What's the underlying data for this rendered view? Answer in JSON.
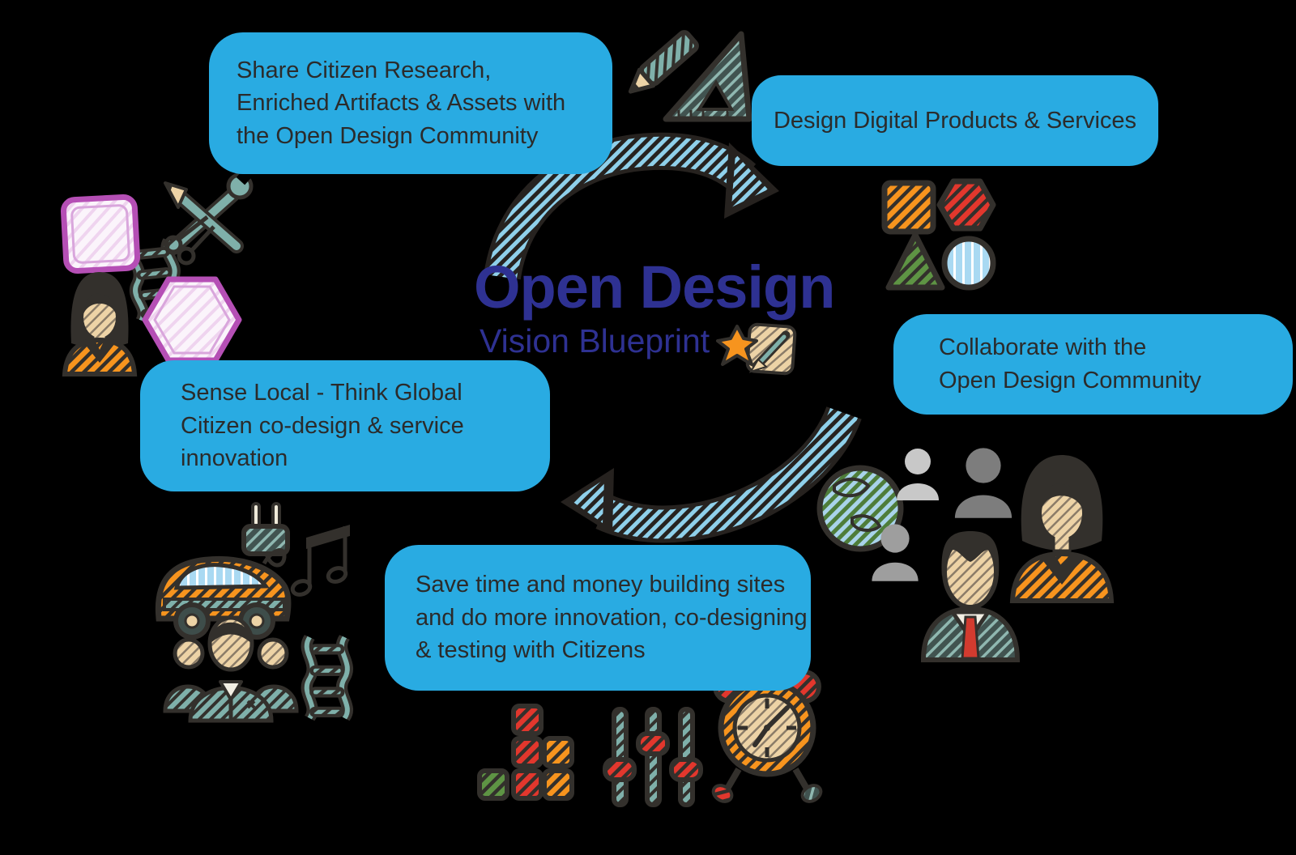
{
  "title": {
    "main": "Open Design",
    "subtitle": "Vision Blueprint"
  },
  "callouts": {
    "share": "Share Citizen Research,\nEnriched Artifacts & Assets with\nthe Open Design Community",
    "design": "Design Digital Products & Services",
    "collaborate": "Collaborate with the\nOpen Design Community",
    "sense": "Sense Local - Think Global\nCitizen co-design & service\ninnovation",
    "save": "Save time and money building sites\nand do more innovation, co-designing\n& testing with Citizens"
  },
  "icons": {
    "top": [
      "pencil-icon",
      "set-square-icon"
    ],
    "shapes": [
      "orange-square",
      "red-hexagon",
      "green-triangle",
      "blue-circle"
    ],
    "center_badge": [
      "star-icon",
      "pencil-badge-icon"
    ],
    "right": [
      "globe-icon",
      "silhouette-people",
      "businessman-icon",
      "businesswoman-icon"
    ],
    "bottom": [
      "tetris-blocks-icon",
      "sliders-icon",
      "alarm-clock-icon"
    ],
    "left_bottom": [
      "plug-icon",
      "electric-car-icon",
      "music-note-icon",
      "people-group-icon",
      "dna-icon"
    ],
    "left": [
      "pink-square-frame-icon",
      "crossed-tools-icon",
      "scissors-icon",
      "dna-icon",
      "woman-icon",
      "pink-hexagon-frame-icon"
    ],
    "arrows": [
      "cycle-arrow-top",
      "cycle-arrow-bottom"
    ]
  },
  "colors": {
    "callout_bg": "#29ABE2",
    "title_text": "#2E3192",
    "callout_text": "#2B2B2B",
    "outline": "#33302C",
    "orange": "#F7941E",
    "red": "#E2372D",
    "green": "#5E9444",
    "light_blue": "#A9D9F2",
    "teal": "#7FB0AA",
    "suit_teal": "#415350",
    "tan": "#EDD3A6",
    "pink": "#B54FB5",
    "arrow_blue": "#8FD0EA",
    "gray_light": "#C8C8C8",
    "gray_mid": "#9E9E9E",
    "gray_dark": "#7D7D7D"
  }
}
